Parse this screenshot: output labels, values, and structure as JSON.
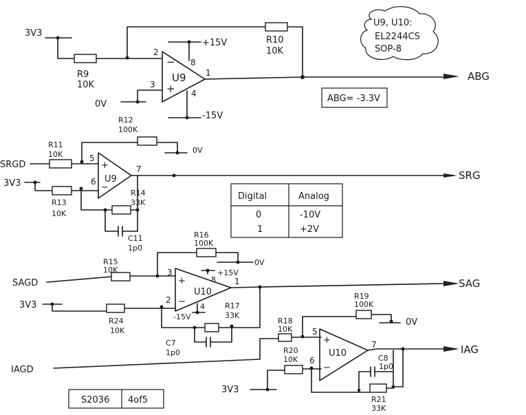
{
  "sheet": {
    "title_block": {
      "drawing_no": "S2036",
      "page": "4of5"
    },
    "note_cloud": {
      "line1": "U9, U10:",
      "line2": "EL2244CS",
      "line3": "SOP-8"
    },
    "abg_note": "ABG= -3.3V"
  },
  "truth_table": {
    "headers": [
      "Digital",
      "Analog"
    ],
    "rows": [
      [
        "0",
        "-10V"
      ],
      [
        "1",
        "+2V"
      ]
    ]
  },
  "rails": {
    "pos": "+15V",
    "neg": "-15V",
    "gnd": "0V",
    "ref": "3V3"
  },
  "stage1": {
    "opamp": "U9",
    "pins": {
      "inv": "2",
      "noninv": "3",
      "out": "1",
      "vpos": "8",
      "vneg": "4"
    },
    "resistors": [
      {
        "ref": "R9",
        "value": "10K"
      },
      {
        "ref": "R10",
        "value": "10K"
      }
    ],
    "input": "3V3",
    "gnd": "0V",
    "vpos": "+15V",
    "vneg": "-15V",
    "output": "ABG"
  },
  "stage2": {
    "opamp": "U9",
    "pins": {
      "noninv": "5",
      "inv": "6",
      "out": "7"
    },
    "resistors": [
      {
        "ref": "R11",
        "value": "10K"
      },
      {
        "ref": "R12",
        "value": "100K"
      },
      {
        "ref": "R13",
        "value": "10K"
      },
      {
        "ref": "R14",
        "value": "33K"
      }
    ],
    "capacitor": {
      "ref": "C11",
      "value": "1p0"
    },
    "inputs": [
      "SRGD",
      "3V3"
    ],
    "gnd": "0V",
    "output": "SRG"
  },
  "stage3": {
    "opamp": "U10",
    "pins": {
      "noninv": "3",
      "inv": "2",
      "out": "1",
      "vpos": "8",
      "vneg": "4"
    },
    "resistors": [
      {
        "ref": "R15",
        "value": "10K"
      },
      {
        "ref": "R16",
        "value": "100K"
      },
      {
        "ref": "R24",
        "value": "10K"
      },
      {
        "ref": "R17",
        "value": "33K"
      }
    ],
    "capacitor": {
      "ref": "C7",
      "value": "1p0"
    },
    "inputs": [
      "SAGD",
      "3V3"
    ],
    "gnd": "0V",
    "vpos": "+15V",
    "vneg": "-15V",
    "output": "SAG"
  },
  "stage4": {
    "opamp": "U10",
    "pins": {
      "noninv": "5",
      "inv": "6",
      "out": "7"
    },
    "resistors": [
      {
        "ref": "R18",
        "value": "10K"
      },
      {
        "ref": "R19",
        "value": "100K"
      },
      {
        "ref": "R20",
        "value": "10K"
      },
      {
        "ref": "R21",
        "value": "33K"
      }
    ],
    "capacitor": {
      "ref": "C8",
      "value": "1p0"
    },
    "inputs": [
      "IAGD",
      "3V3"
    ],
    "gnd": "0V",
    "output": "IAG"
  }
}
